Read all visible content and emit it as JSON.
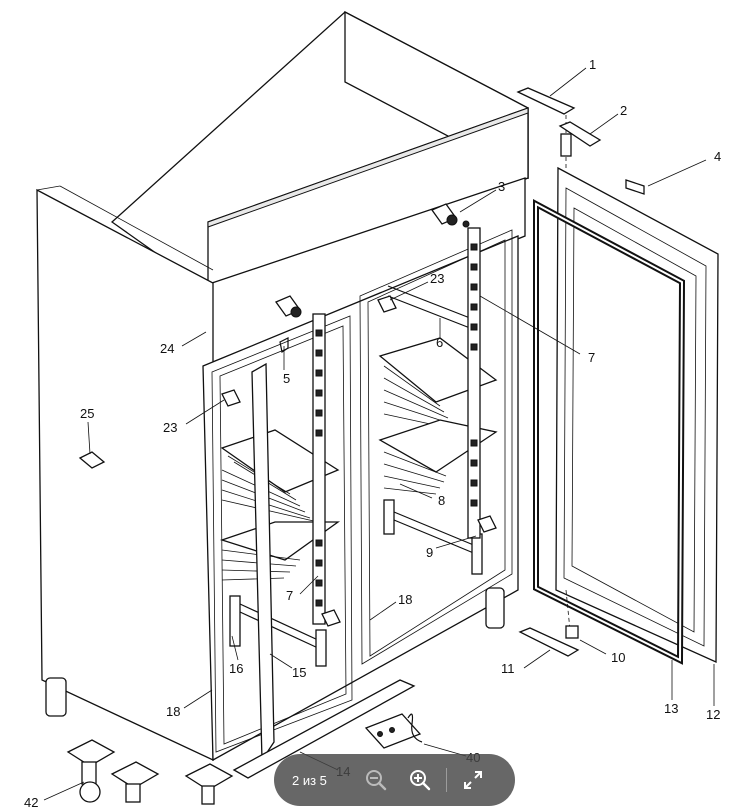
{
  "diagram": {
    "callouts": [
      "1",
      "2",
      "3",
      "4",
      "5",
      "6",
      "7",
      "7",
      "8",
      "9",
      "10",
      "11",
      "12",
      "13",
      "14",
      "15",
      "16",
      "18",
      "18",
      "23",
      "23",
      "24",
      "25",
      "40",
      "42"
    ]
  },
  "toolbar": {
    "page_counter": "2 из 5",
    "zoom_out_icon": "zoom-out-icon",
    "zoom_in_icon": "zoom-in-icon",
    "fullscreen_icon": "fullscreen-icon"
  }
}
